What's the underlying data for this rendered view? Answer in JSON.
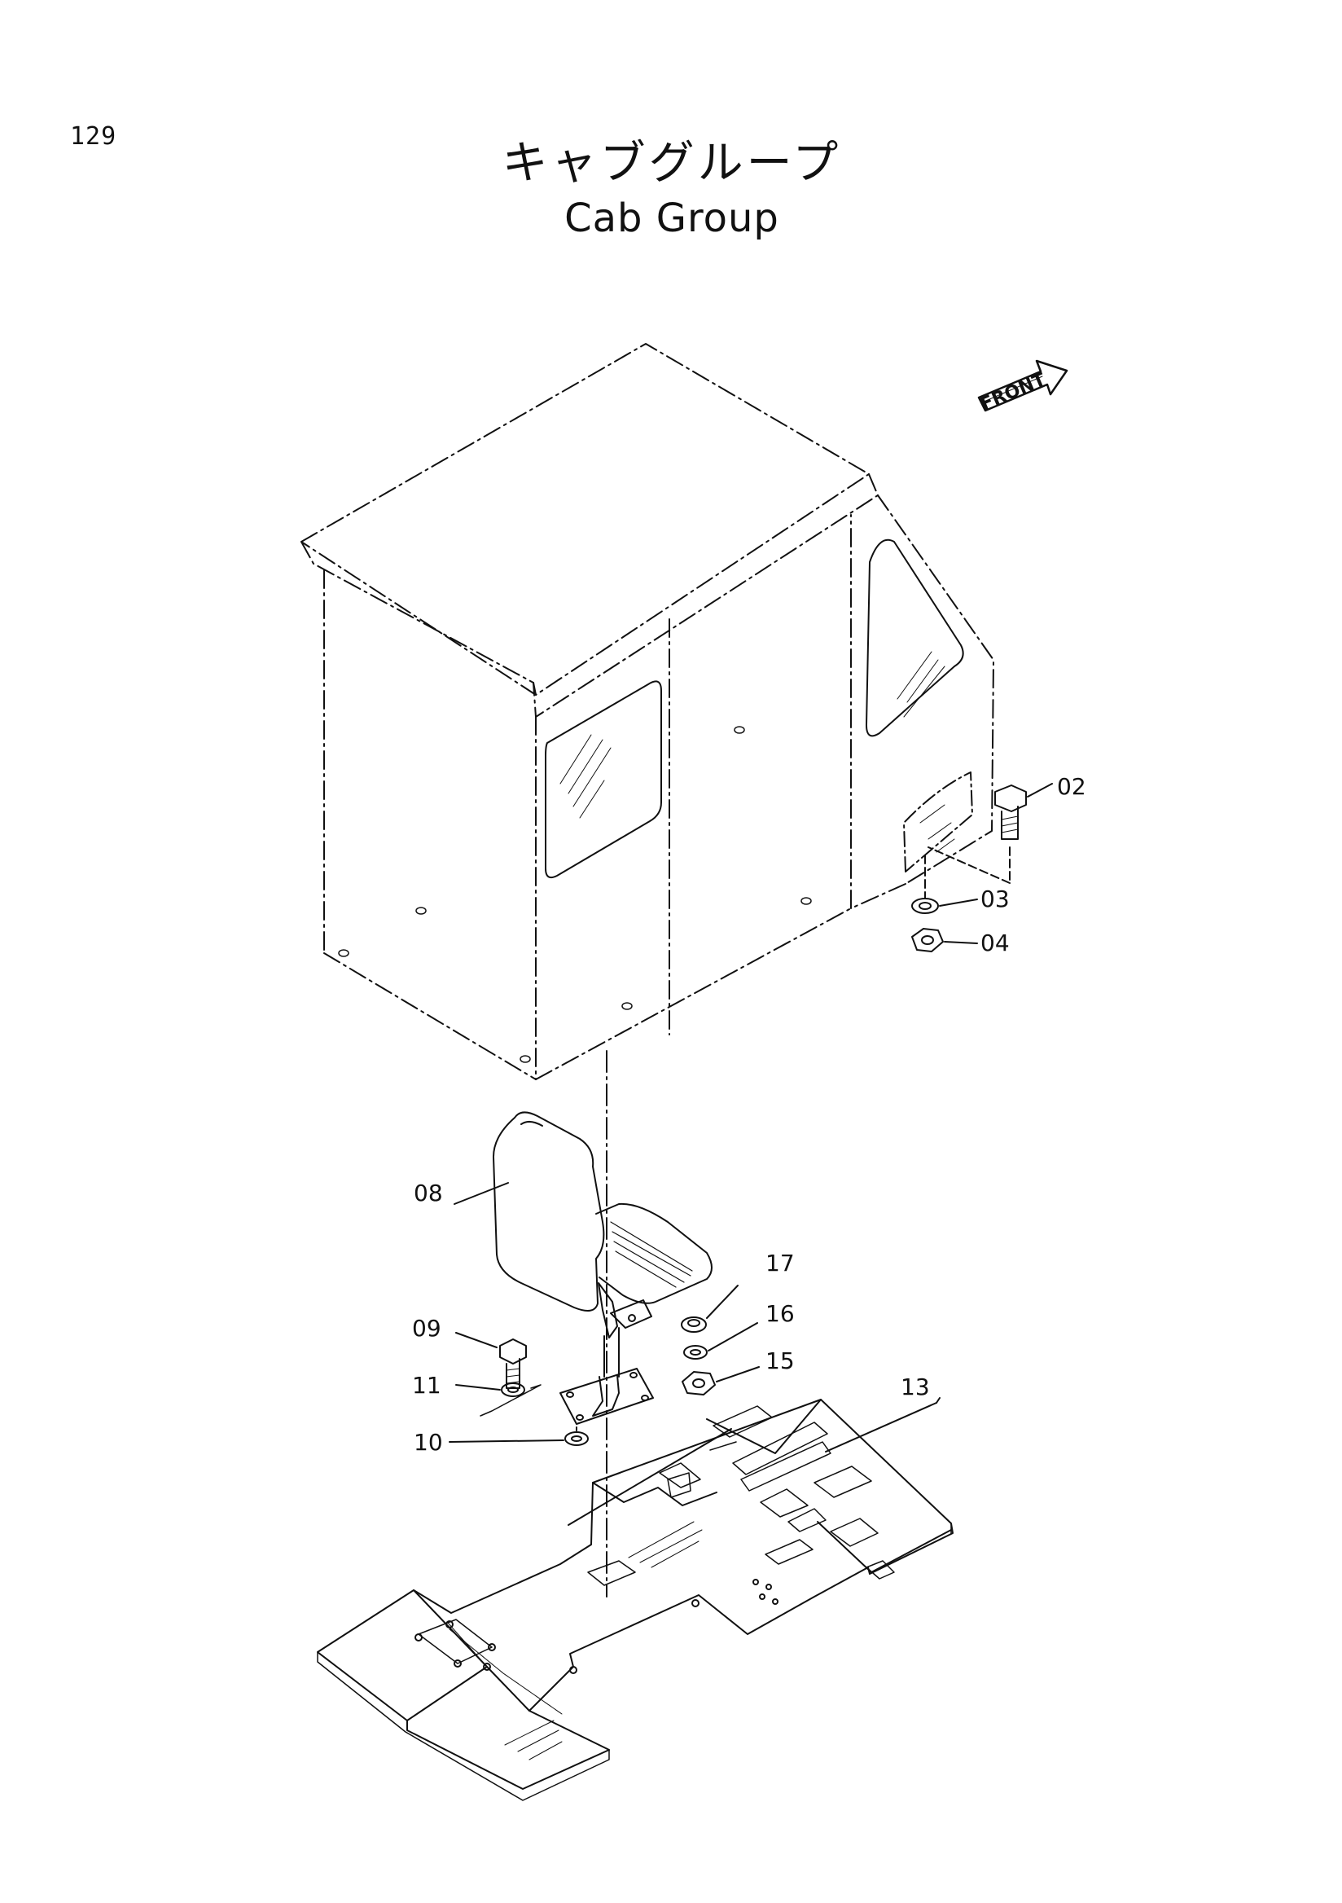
{
  "page": {
    "number": "129",
    "title_jp": "キャブグループ",
    "title_en": "Cab Group"
  },
  "front_arrow": {
    "label": "FRONT"
  },
  "parts": {
    "p02": "02",
    "p03": "03",
    "p04": "04",
    "p08": "08",
    "p09": "09",
    "p10": "10",
    "p11": "11",
    "p13": "13",
    "p15": "15",
    "p16": "16",
    "p17": "17"
  },
  "colors": {
    "ink": "#111111",
    "paper": "#ffffff"
  }
}
